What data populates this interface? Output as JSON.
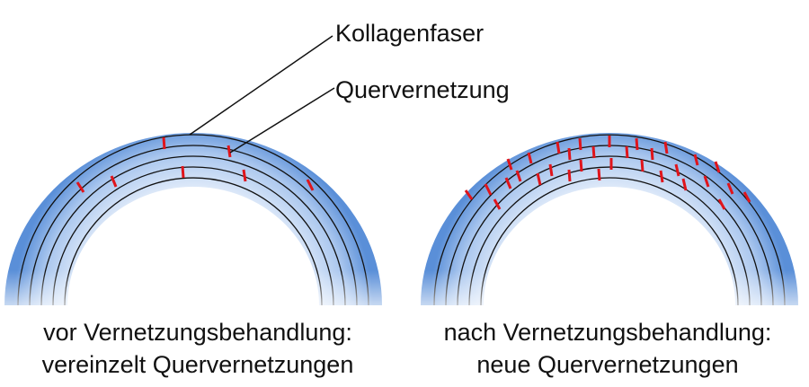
{
  "labels": {
    "fiber": "Kollagenfaser",
    "crosslink": "Quervernetzung"
  },
  "left_panel": {
    "caption_line1": "vor Vernetzungsbehandlung:",
    "caption_line2": "vereinzelt Quervernetzungen"
  },
  "right_panel": {
    "caption_line1": "nach Vernetzungsbehandlung:",
    "caption_line2": "neue Quervernetzungen"
  },
  "colors": {
    "band_outer": "#5a8fd8",
    "band_inner": "#e8f0fb",
    "fiber_line": "#111111",
    "crosslink": "#e0141b",
    "leader_line": "#111111"
  }
}
